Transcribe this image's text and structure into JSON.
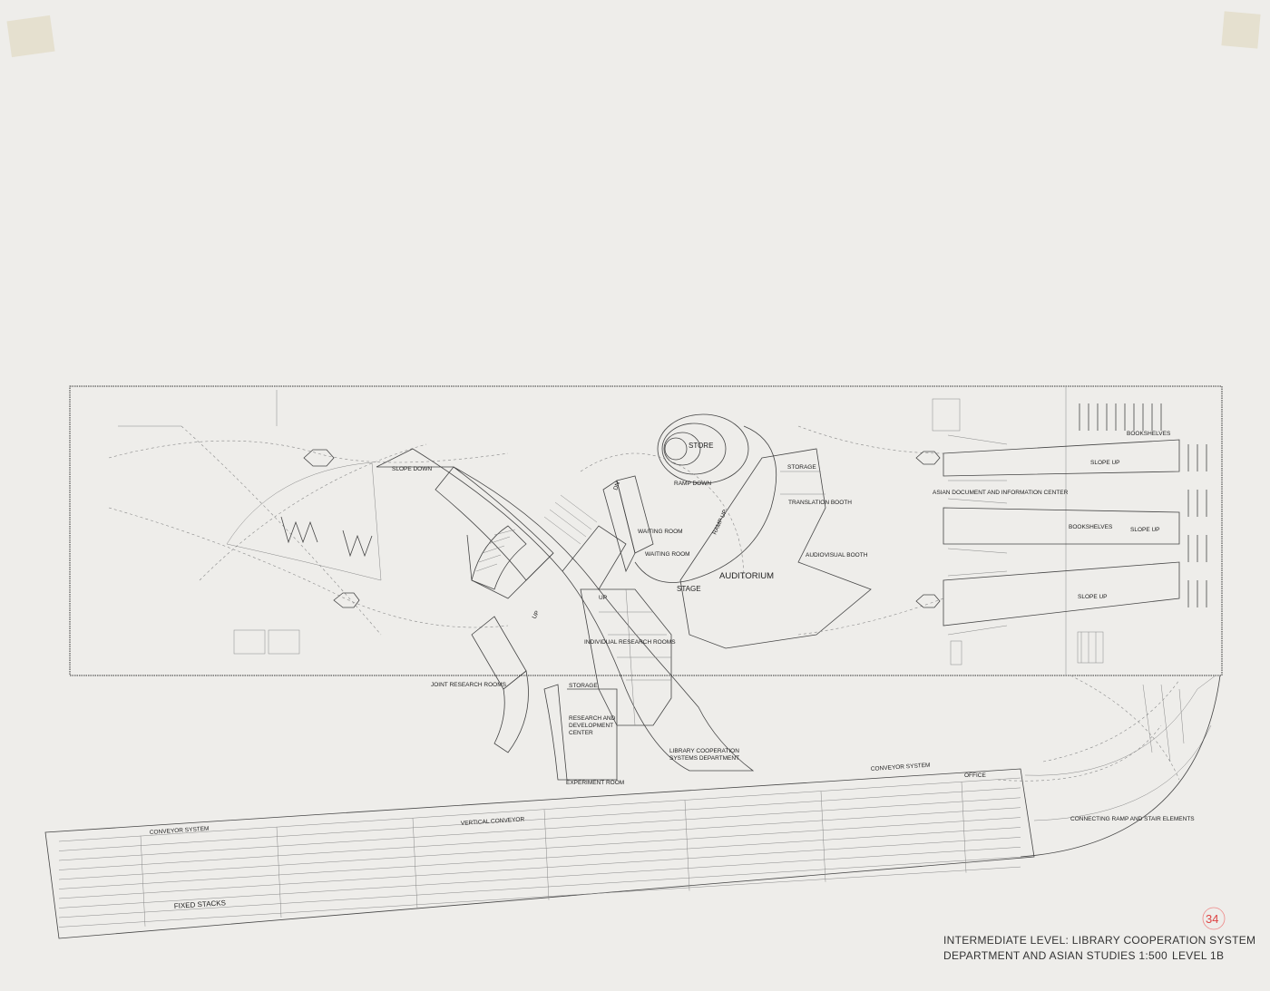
{
  "labels": {
    "slope_down": "SLOPE DOWN",
    "store": "STORE",
    "ramp_down": "RAMP DOWN",
    "storage_top": "STORAGE",
    "translation_booth": "TRANSLATION BOOTH",
    "waiting_room_1": "WAITING ROOM",
    "waiting_room_2": "WAITING ROOM",
    "ramp_up": "RAMP UP",
    "audiovisual_booth": "AUDIOVISUAL BOOTH",
    "stage": "STAGE",
    "auditorium": "AUDITORIUM",
    "individual_research_rooms": "INDIVIDUAL RESEARCH ROOMS",
    "joint_research_rooms": "JOINT RESEARCH ROOMS",
    "storage_mid": "STORAGE",
    "research_dev_1": "RESEARCH AND",
    "research_dev_2": "DEVELOPMENT",
    "research_dev_3": "CENTER",
    "library_coop_1": "LIBRARY COOPERATION",
    "library_coop_2": "SYSTEMS  DEPARTMENT",
    "experiment_room": "EXPERIMENT ROOM",
    "conveyor_system_right": "CONVEYOR SYSTEM",
    "office": "OFFICE",
    "conveyor_system_left": "CONVEYOR SYSTEM",
    "vertical_conveyor": "VERTICAL CONVEYOR",
    "fixed_stacks": "FIXED STACKS",
    "connecting_ramp": "CONNECTING RAMP AND STAIR ELEMENTS",
    "asian_center": "ASIAN DOCUMENT AND INFORMATION CENTER",
    "bookshelves_1": "BOOKSHELVES",
    "slope_up_1": "SLOPE UP",
    "bookshelves_2": "BOOKSHELVES",
    "slope_up_2": "SLOPE UP",
    "slope_up_3": "SLOPE UP",
    "up_1": "UP",
    "up_2": "UP",
    "dn": "DN"
  },
  "title_block": {
    "line1": "INTERMEDIATE LEVEL: LIBRARY COOPERATION SYSTEM",
    "line2": "DEPARTMENT AND ASIAN STUDIES  1:500",
    "level": "LEVEL 1B"
  },
  "sheet_number": "34"
}
